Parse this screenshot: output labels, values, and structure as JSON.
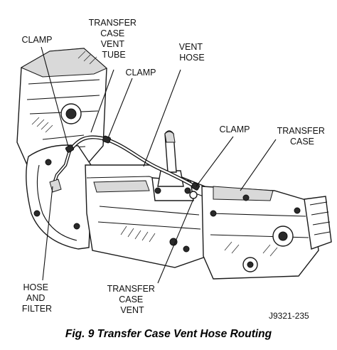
{
  "labels": {
    "clamp_top_left": "CLAMP",
    "transfer_case_vent_tube": [
      "TRANSFER",
      "CASE",
      "VENT",
      "TUBE"
    ],
    "vent_hose": [
      "VENT",
      "HOSE"
    ],
    "clamp_middle": "CLAMP",
    "clamp_right": "CLAMP",
    "transfer_case": [
      "TRANSFER",
      "CASE"
    ],
    "hose_and_filter": [
      "HOSE",
      "AND",
      "FILTER"
    ],
    "transfer_case_vent": [
      "TRANSFER",
      "CASE",
      "VENT"
    ]
  },
  "figure_id": "J9321-235",
  "caption": "Fig. 9 Transfer Case Vent Hose Routing"
}
